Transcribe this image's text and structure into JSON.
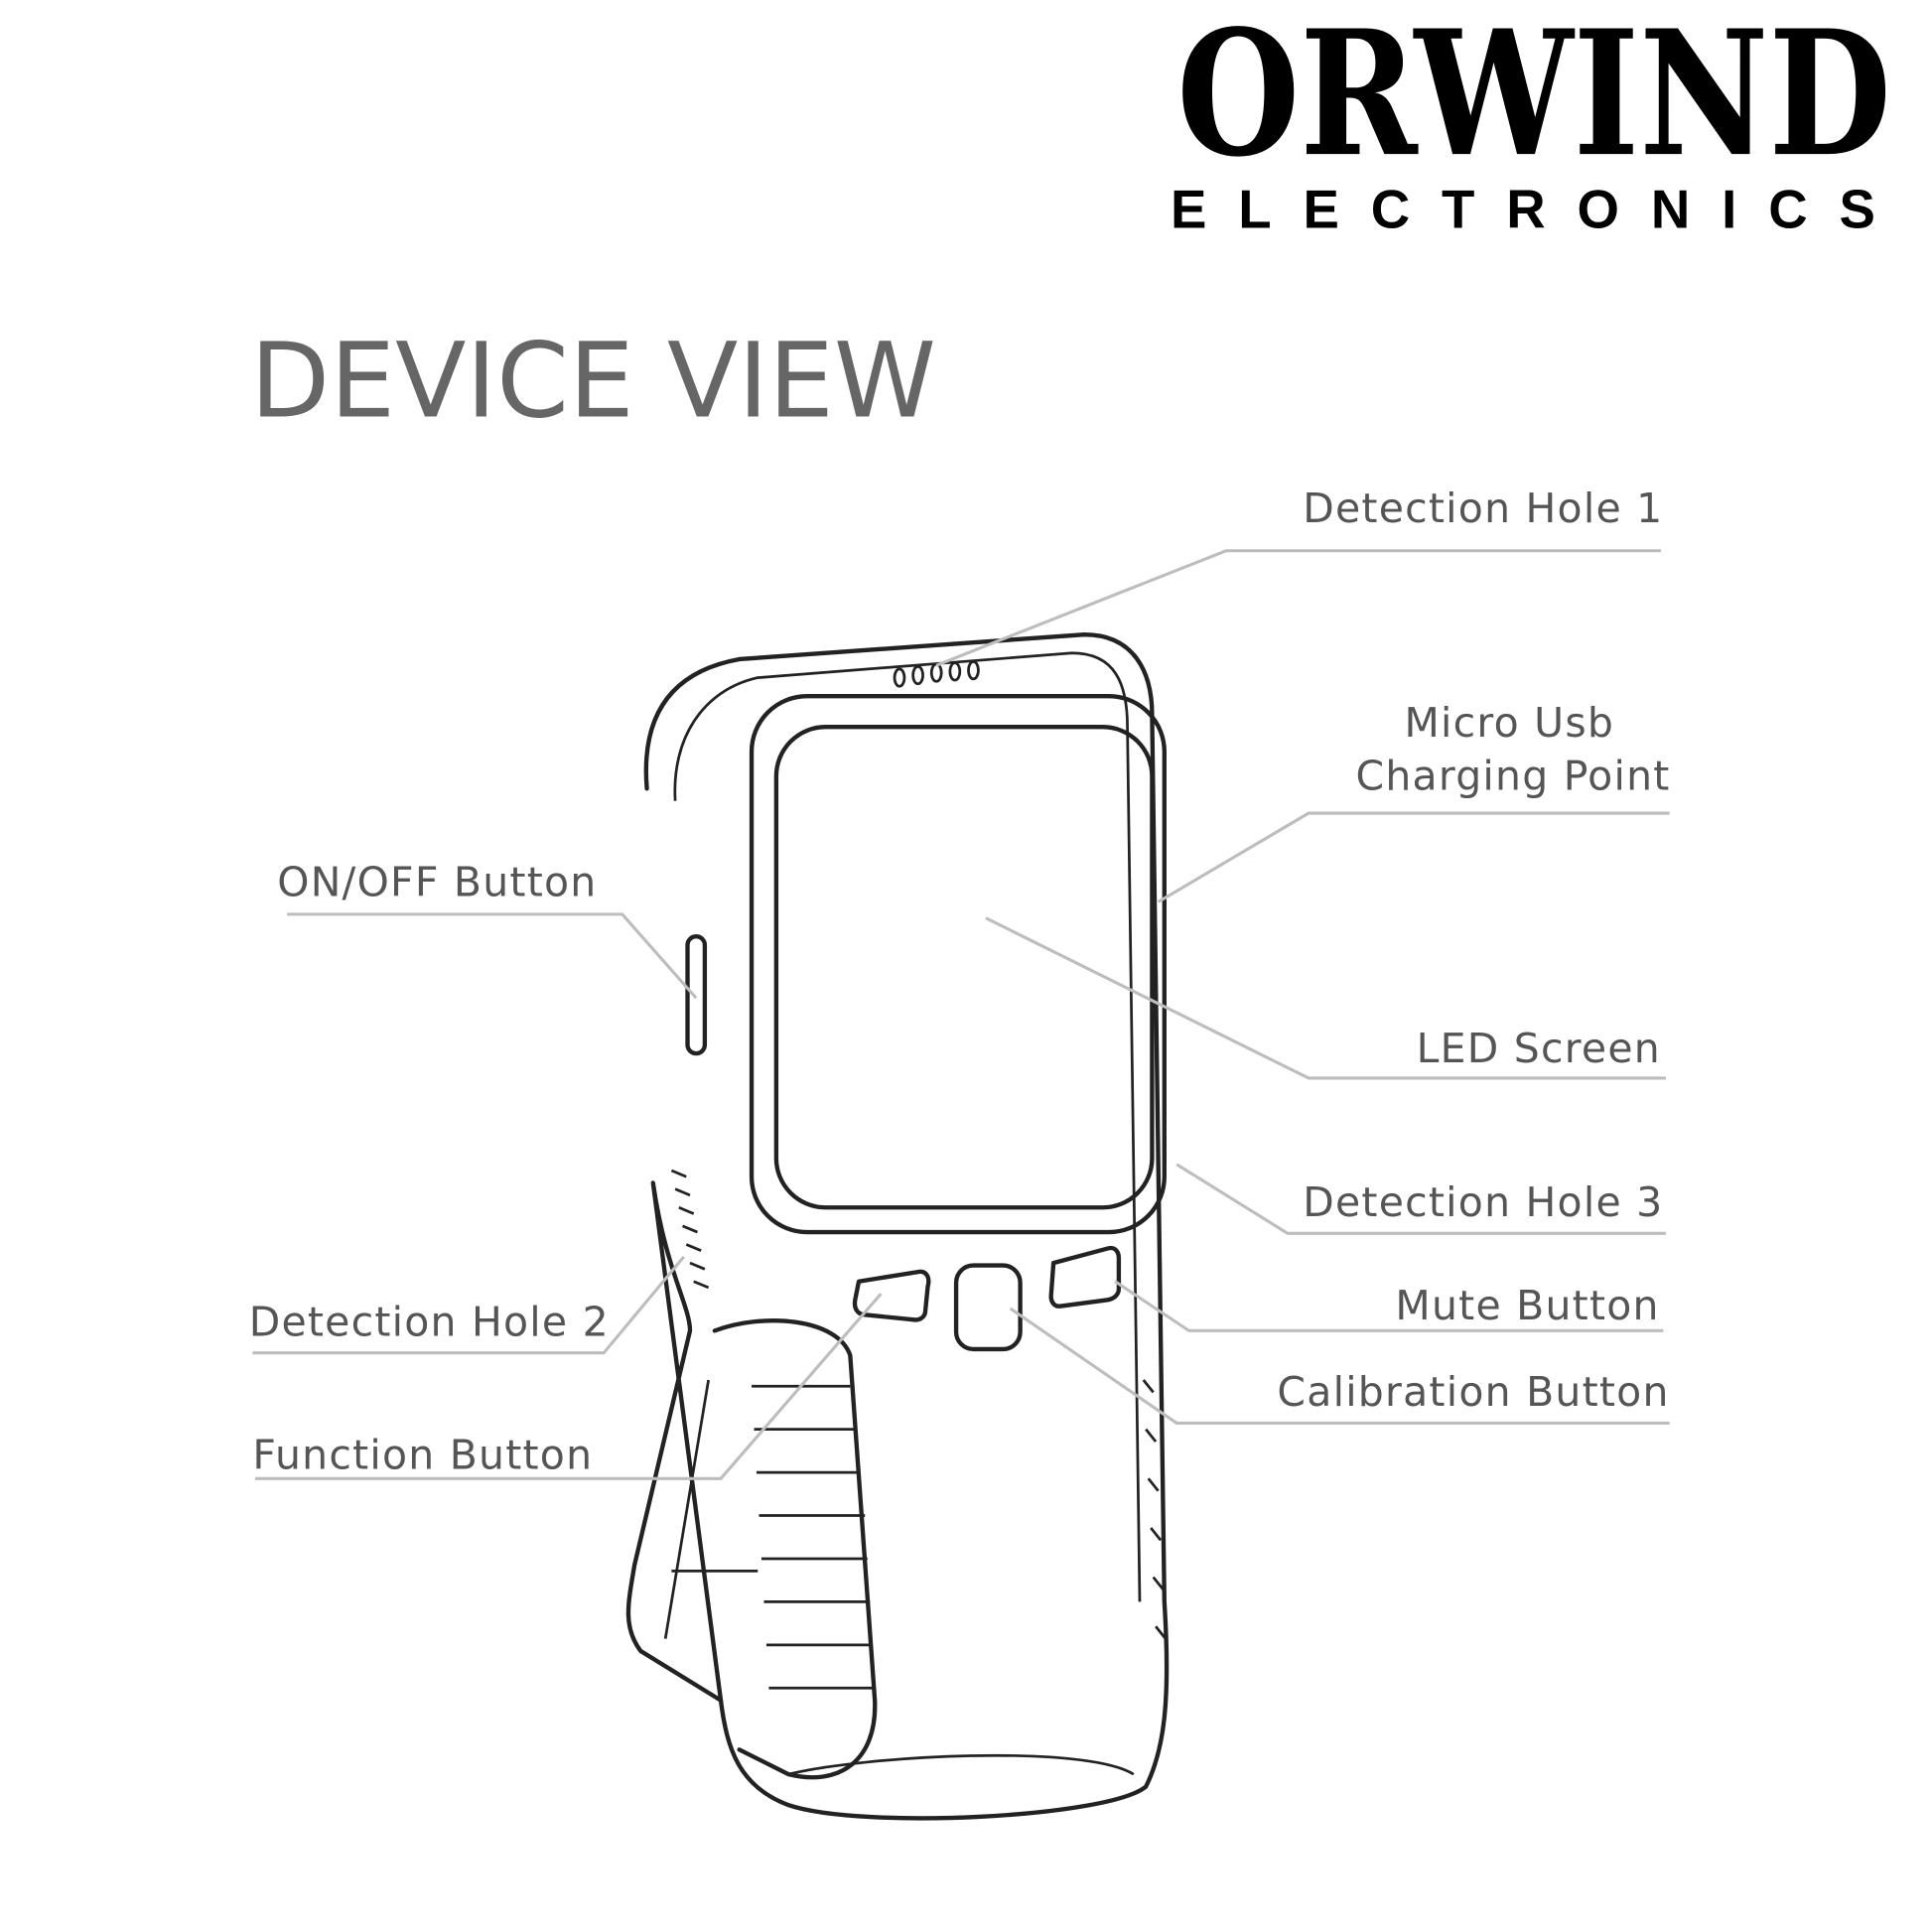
{
  "brand": {
    "name": "ORWIND",
    "tagline": "ELECTRONICS"
  },
  "title": "DEVICE VIEW",
  "labels": {
    "detection_hole_1": "Detection Hole 1",
    "micro_usb_line1": "Micro Usb",
    "micro_usb_line2": "Charging Point",
    "on_off_button": "ON/OFF Button",
    "led_screen": "LED Screen",
    "detection_hole_3": "Detection Hole 3",
    "mute_button": "Mute Button",
    "calibration_button": "Calibration Button",
    "detection_hole_2": "Detection Hole 2",
    "function_button": "Function Button"
  }
}
